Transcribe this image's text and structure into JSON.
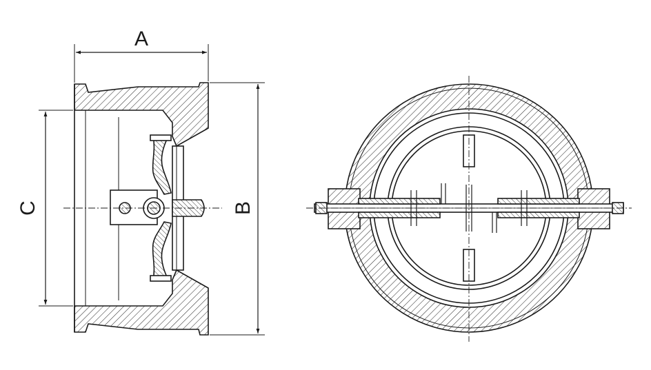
{
  "labels": {
    "dim_a": "A",
    "dim_b": "B",
    "dim_c": "C"
  },
  "colors": {
    "line": "#1a1a1a",
    "hatch": "#333333",
    "background": "#ffffff"
  },
  "views": [
    {
      "name": "side-section-view"
    },
    {
      "name": "front-section-view"
    }
  ]
}
